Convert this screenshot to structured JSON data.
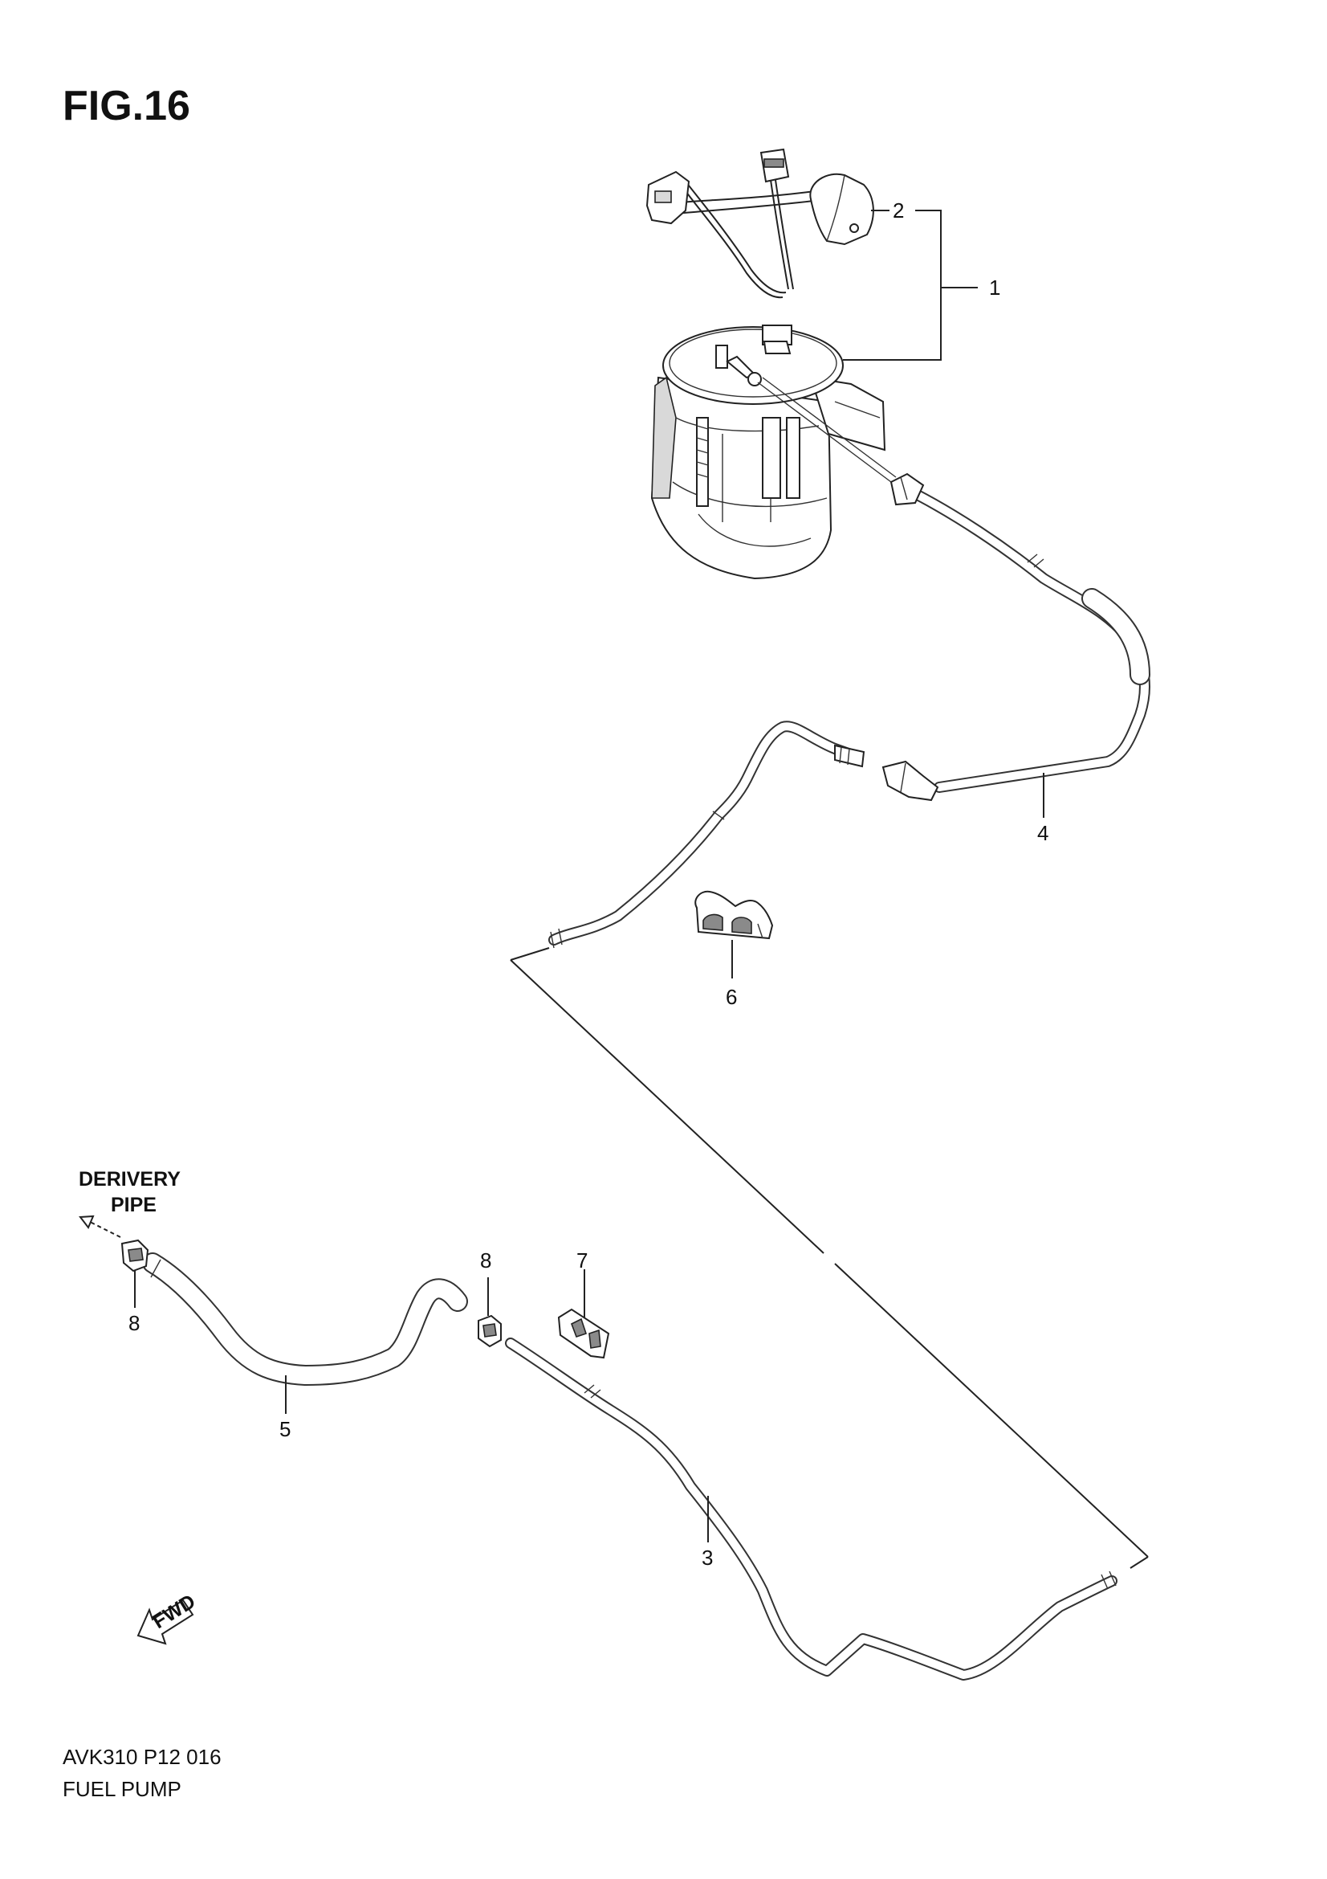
{
  "figure": {
    "title": "FIG.16",
    "code": "AVK310 P12 016",
    "name": "FUEL PUMP"
  },
  "callouts": [
    {
      "id": "1",
      "label": "1"
    },
    {
      "id": "2",
      "label": "2"
    },
    {
      "id": "3",
      "label": "3"
    },
    {
      "id": "4",
      "label": "4"
    },
    {
      "id": "5",
      "label": "5"
    },
    {
      "id": "6",
      "label": "6"
    },
    {
      "id": "7",
      "label": "7"
    },
    {
      "id": "8a",
      "label": "8"
    },
    {
      "id": "8b",
      "label": "8"
    }
  ],
  "notes": {
    "delivery_line1": "DERIVERY",
    "delivery_line2": "PIPE",
    "fwd": "FWD"
  },
  "icons": {
    "forward": "fwd-arrow-icon",
    "direction": "direction-arrow-icon"
  }
}
